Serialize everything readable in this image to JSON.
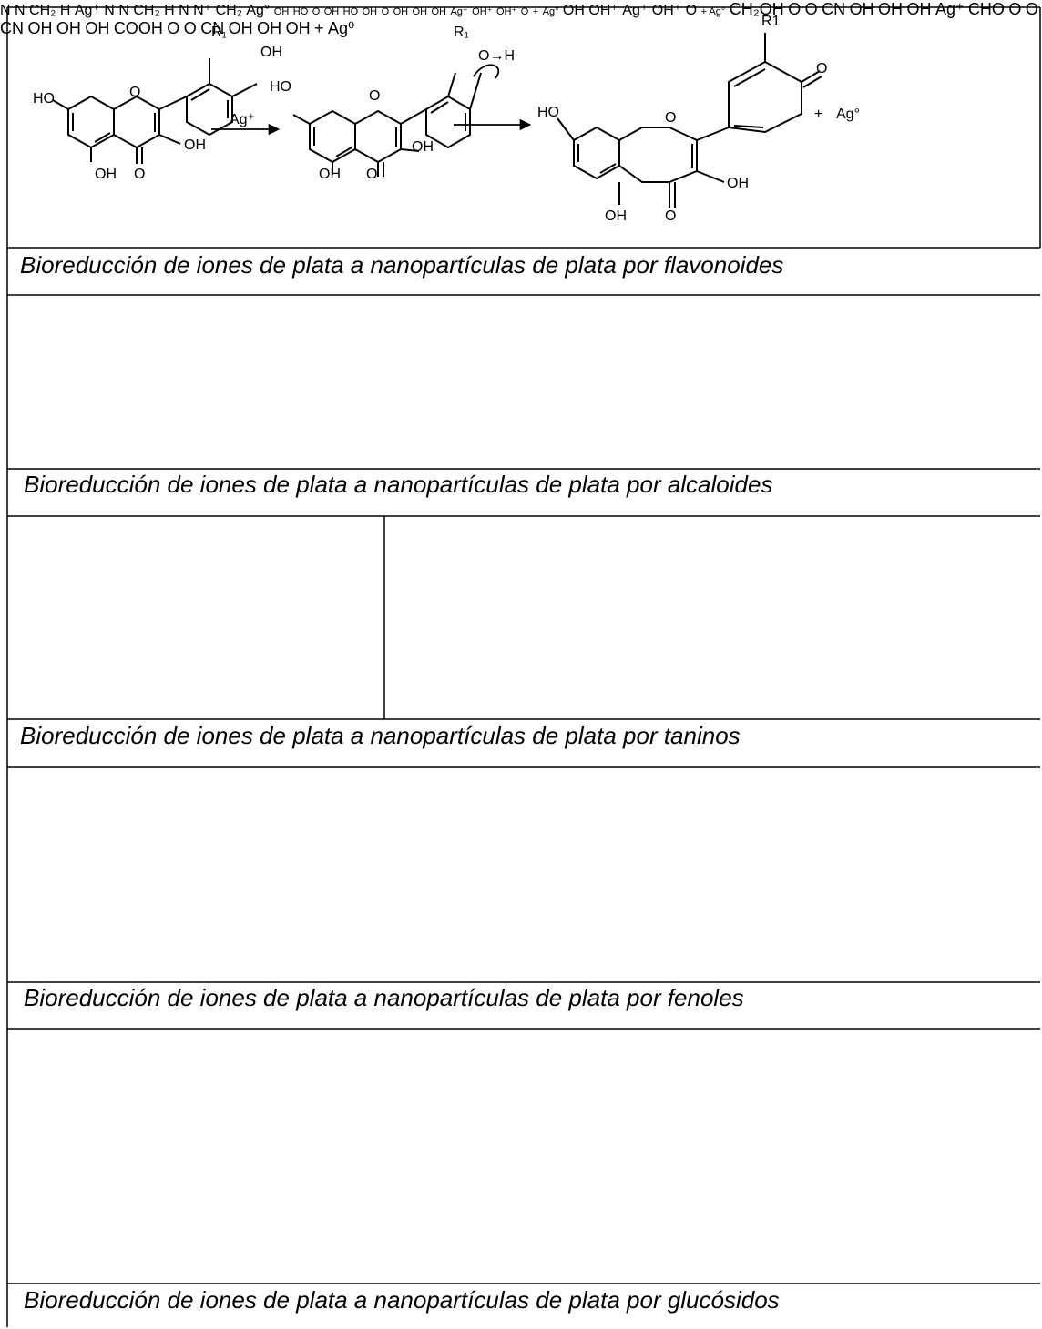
{
  "captions": {
    "flavonoids": "Bioreducción de iones de plata a nanopartículas de plata por flavonoides",
    "alkaloids": "Bioreducción de iones de plata a nanopartículas de plata por alcaloides",
    "tannins": "Bioreducción de iones de plata a nanopartículas de plata por taninos",
    "phenols": "Bioreducción de iones de plata a nanopartículas de plata por fenoles",
    "glucosides": "Bioreducción de iones de plata a nanopartículas de plata por glucósidos"
  },
  "labels": {
    "ho": "HO",
    "oh": "OH",
    "o": "O",
    "oh_arrow": "O→H",
    "r1": "R₁",
    "r1_plain": "R1",
    "ag_plus": "Ag⁺",
    "ag_zero": "Ag°",
    "plus_ag_zero": "+ Ag°",
    "ag_zero_digit": "Ag⁰",
    "plus": "+",
    "n": "N",
    "n_charged": "N⁺",
    "ch2": "CH₂",
    "h": "H",
    "ohh_plus": "OH⁺",
    "ch2oh": "CH₂OH",
    "cho": "CHO",
    "cooh": "COOH",
    "cn": "CN"
  }
}
